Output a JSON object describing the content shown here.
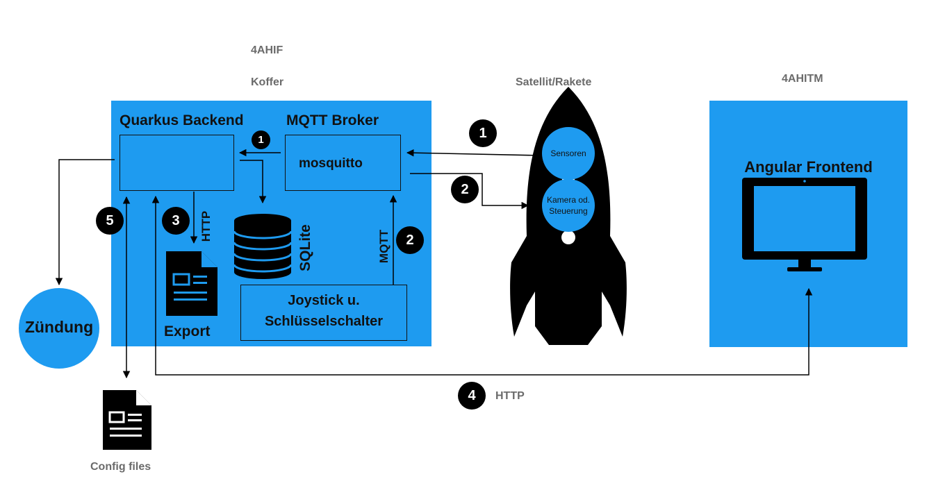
{
  "labels": {
    "class_4ahif": "4AHIF",
    "koffer": "Koffer",
    "satellit": "Satellit/Rakete",
    "class_4ahitm": "4AHITM",
    "config_files": "Config files",
    "http_bottom": "HTTP"
  },
  "koffer_box": {
    "quarkus_title": "Quarkus Backend",
    "mqtt_title": "MQTT Broker",
    "mosquitto": "mosquitto",
    "sqlite": "SQLite",
    "mqtt_vertical": "MQTT",
    "http_vertical": "HTTP",
    "export": "Export",
    "joystick_line1": "Joystick u.",
    "joystick_line2": "Schlüsselschalter"
  },
  "rocket": {
    "sensoren": "Sensoren",
    "kamera_line1": "Kamera od.",
    "kamera_line2": "Steuerung"
  },
  "frontend": {
    "title": "Angular Frontend"
  },
  "zuendung": "Zündung",
  "steps": {
    "s1_inner": "1",
    "s1_outer": "1",
    "s2_outer": "2",
    "s2_inner": "2",
    "s3": "3",
    "s4": "4",
    "s5": "5"
  },
  "colors": {
    "panel_blue": "#1e9bf0",
    "label_gray": "#6b6b6b",
    "ink": "#000000"
  }
}
